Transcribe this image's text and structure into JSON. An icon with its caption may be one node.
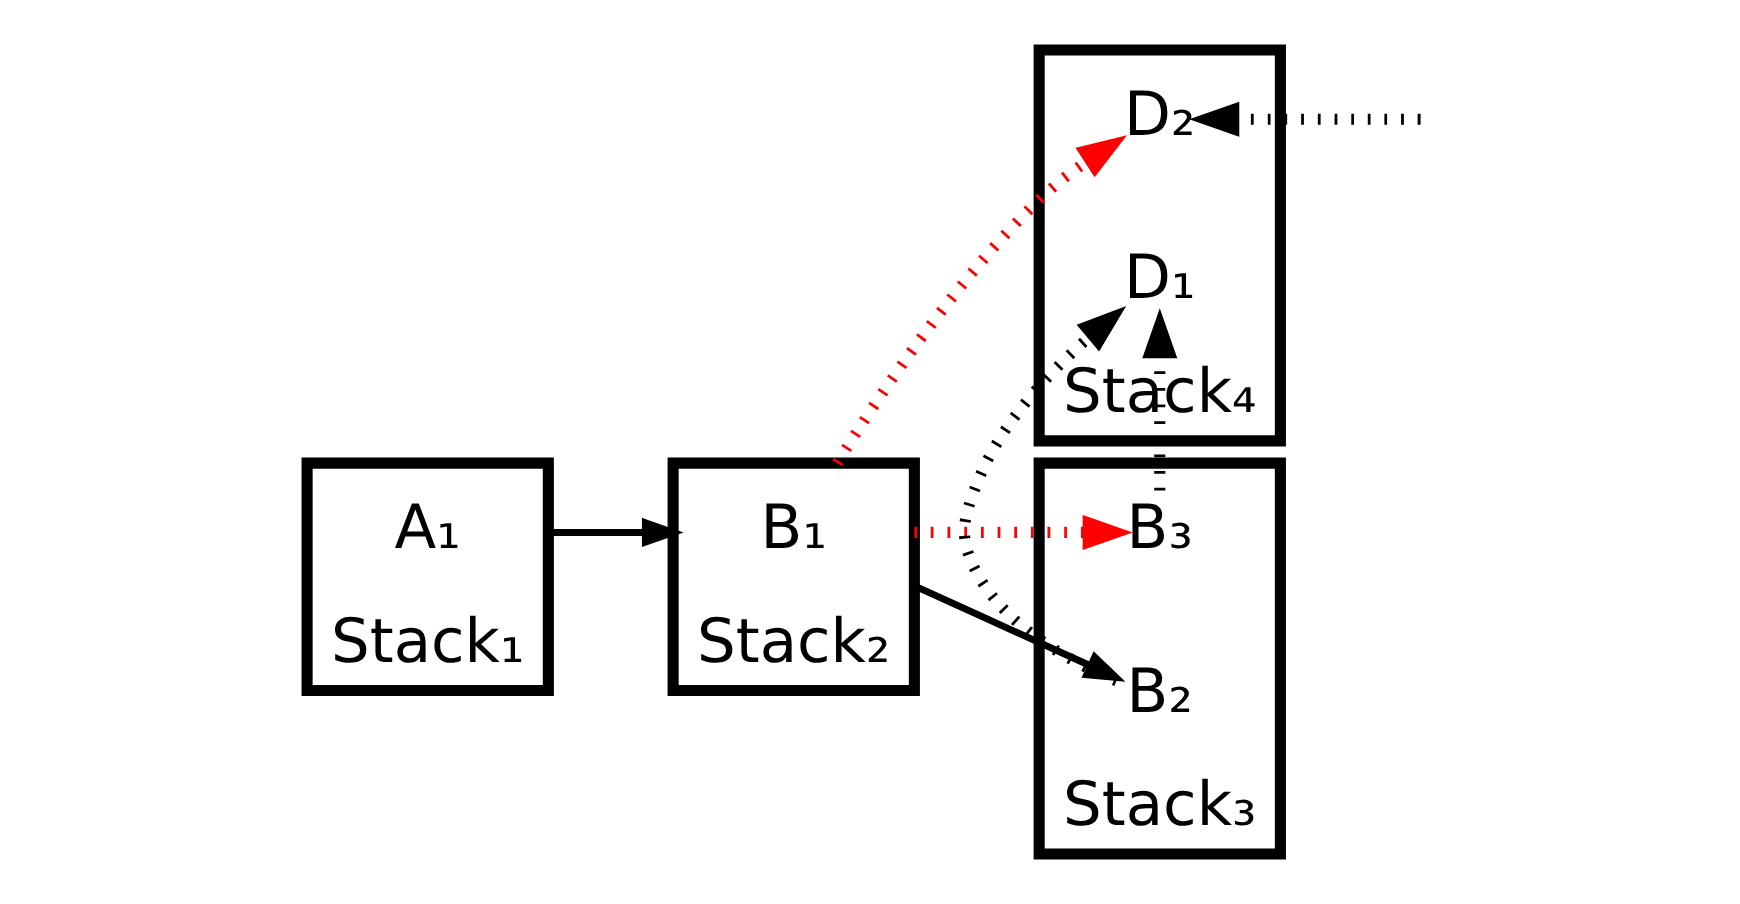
{
  "diagram": {
    "nodes": [
      {
        "text": [
          "Stack₁"
        ]
      },
      {
        "text": [
          "A₁"
        ],
        "in": 0
      },
      {
        "text": [
          "Stack₂"
        ]
      },
      {
        "text": [
          "B₁"
        ],
        "in": 2
      },
      {
        "text": [
          "Stack₄"
        ]
      },
      {
        "text": [
          "D₂"
        ],
        "in": 4
      },
      {
        "text": [
          "D₁"
        ],
        "in": 4
      },
      {
        "text": [
          "Stack₃"
        ]
      },
      {
        "text": [
          "B₃"
        ],
        "in": 7
      },
      {
        "text": [
          "B₂"
        ],
        "in": 7
      }
    ],
    "edges": [
      {
        "from": 0,
        "to": 2,
        "arrow": "to"
      },
      {
        "from": 2,
        "to": 9,
        "arrow": "to"
      },
      {
        "from": 2,
        "to": 5,
        "arrow": "to",
        "style": "dashed",
        "color": "#ff0000"
      },
      {
        "from": 2,
        "to": 8,
        "arrow": "to",
        "style": "dashed",
        "color": "#ff0000"
      },
      {
        "from": null,
        "to": 5,
        "arrow": "to",
        "style": "dashed"
      },
      {
        "from": 8,
        "to": 6,
        "arrow": "to",
        "style": "dashed"
      },
      {
        "from": 9,
        "to": 6,
        "arrow": "to",
        "style": "dashed"
      }
    ]
  }
}
